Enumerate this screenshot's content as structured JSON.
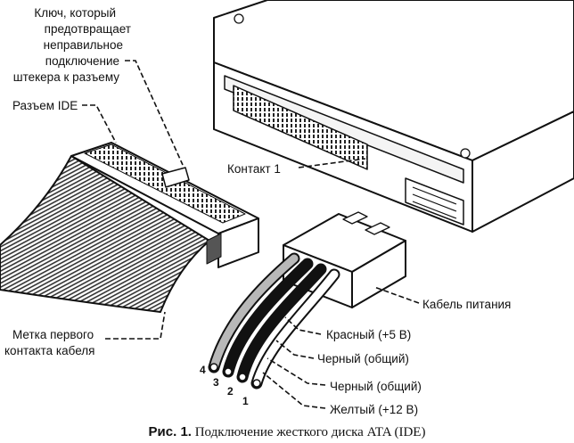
{
  "labels": {
    "key_line1": "Ключ, который",
    "key_line2": "предотвращает",
    "key_line3": "неправильное",
    "key_line4": "подключение",
    "key_line5": "штекера к разъему",
    "ide_connector": "Разъем IDE",
    "contact1": "Контакт 1",
    "power_cable": "Кабель питания",
    "pin1_mark_line1": "Метка первого",
    "pin1_mark_line2": "контакта кабеля",
    "wire_red": "Красный (+5 В)",
    "wire_black1": "Черный (общий)",
    "wire_black2": "Черный (общий)",
    "wire_yellow": "Желтый (+12 В)"
  },
  "wire_numbers": [
    "4",
    "3",
    "2",
    "1"
  ],
  "caption": {
    "prefix": "Рис. 1.",
    "text": "Подключение жесткого диска ATA (IDE)"
  }
}
